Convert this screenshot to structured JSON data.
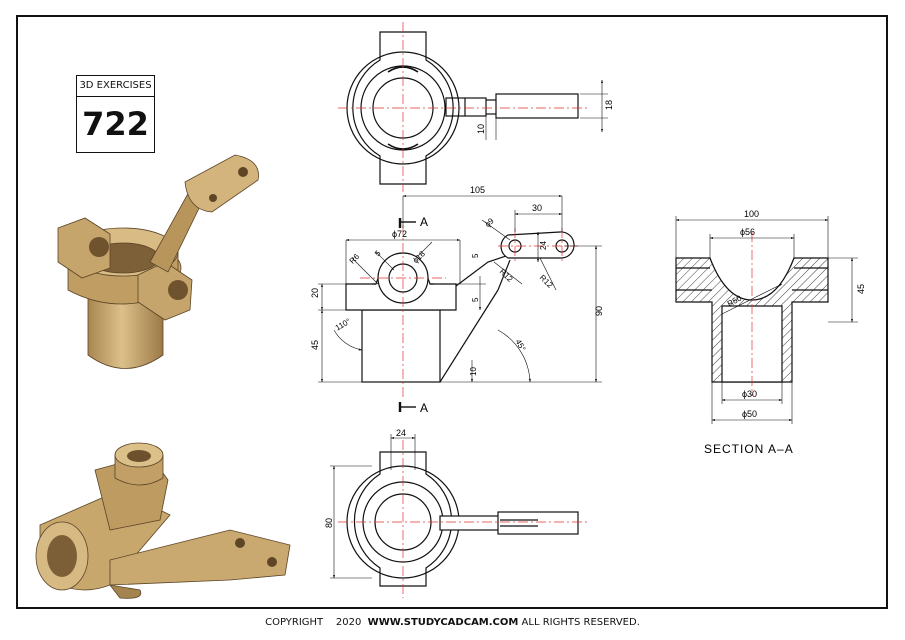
{
  "badge": {
    "label": "3D EXERCISES",
    "number": "722"
  },
  "footer": {
    "copyright": "COPYRIGHT",
    "year": "2020",
    "site": "WWW.STUDYCADCAM.COM",
    "rights": "ALL RIGHTS RESERVED."
  },
  "section_marks": {
    "a_top": "A",
    "a_bottom": "A"
  },
  "top_view": {
    "dims": {
      "d18": "18",
      "d10": "10"
    }
  },
  "front_view": {
    "dims": {
      "d105": "105",
      "d30": "30",
      "phi72": "ϕ72",
      "r6": "R6",
      "d5a": "5",
      "phi18": "ϕ18",
      "d5b": "5",
      "phi9": "ϕ9",
      "d24": "24",
      "r12a": "R12",
      "r12b": "R12",
      "d20": "20",
      "d5c": "5",
      "d110": "110°",
      "d45": "45",
      "d45deg": "45°",
      "d90": "90",
      "d10": "10"
    }
  },
  "section_view": {
    "title": "SECTION A–A",
    "dims": {
      "d100": "100",
      "phi56": "ϕ56",
      "r50": "R50",
      "d45": "45",
      "phi30": "ϕ30",
      "phi50": "ϕ50"
    }
  },
  "bottom_view": {
    "dims": {
      "d24": "24",
      "d80": "80"
    }
  },
  "colors": {
    "part": "#c9a86e",
    "part_dark": "#8f7043",
    "part_light": "#e4cb98",
    "center_line": "#e03030",
    "line": "#111111"
  }
}
